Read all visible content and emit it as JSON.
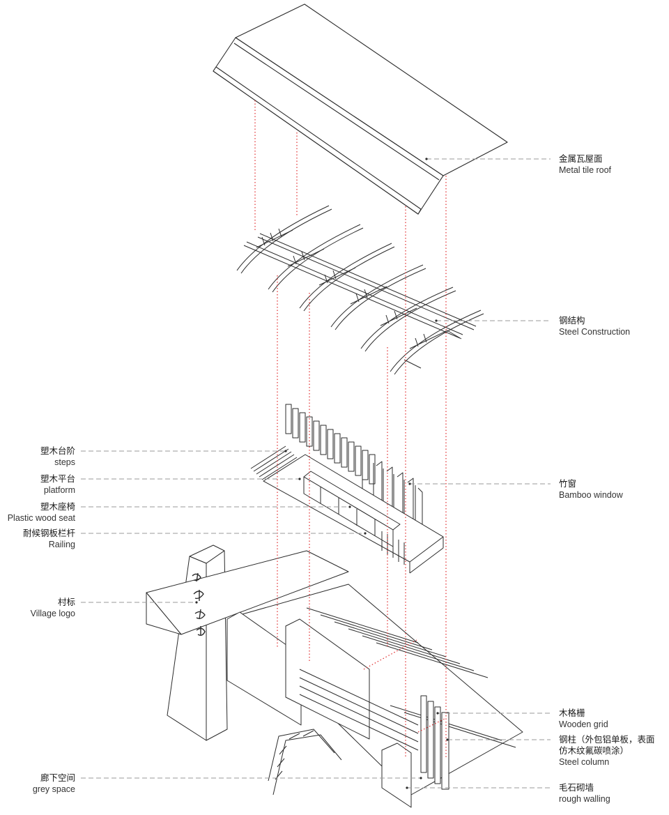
{
  "labels": {
    "roof": {
      "zh": "金属瓦屋面",
      "en": "Metal tile roof"
    },
    "steel": {
      "zh": "钢结构",
      "en": "Steel Construction"
    },
    "bamboo": {
      "zh": "竹窗",
      "en": "Bamboo window"
    },
    "steps": {
      "zh": "塑木台阶",
      "en": "steps"
    },
    "platform": {
      "zh": "塑木平台",
      "en": "platform"
    },
    "seat": {
      "zh": "塑木座椅",
      "en": "Plastic wood seat"
    },
    "railing": {
      "zh": "耐候钢板栏杆",
      "en": "Railing"
    },
    "logo": {
      "zh": "村标",
      "en": "Village logo"
    },
    "grid": {
      "zh": "木格栅",
      "en": "Wooden grid"
    },
    "column": {
      "zh": "钢柱（外包铝单板，表面",
      "zh2": "仿木纹氟碳喷涂）",
      "en": "Steel column"
    },
    "grey": {
      "zh": "廊下空间",
      "en": "grey space"
    },
    "walling": {
      "zh": "毛石砌墙",
      "en": "rough walling"
    }
  },
  "colors": {
    "line": "#2b2b2b",
    "leader": "#9a9a9a",
    "projection": "#e0282a"
  }
}
